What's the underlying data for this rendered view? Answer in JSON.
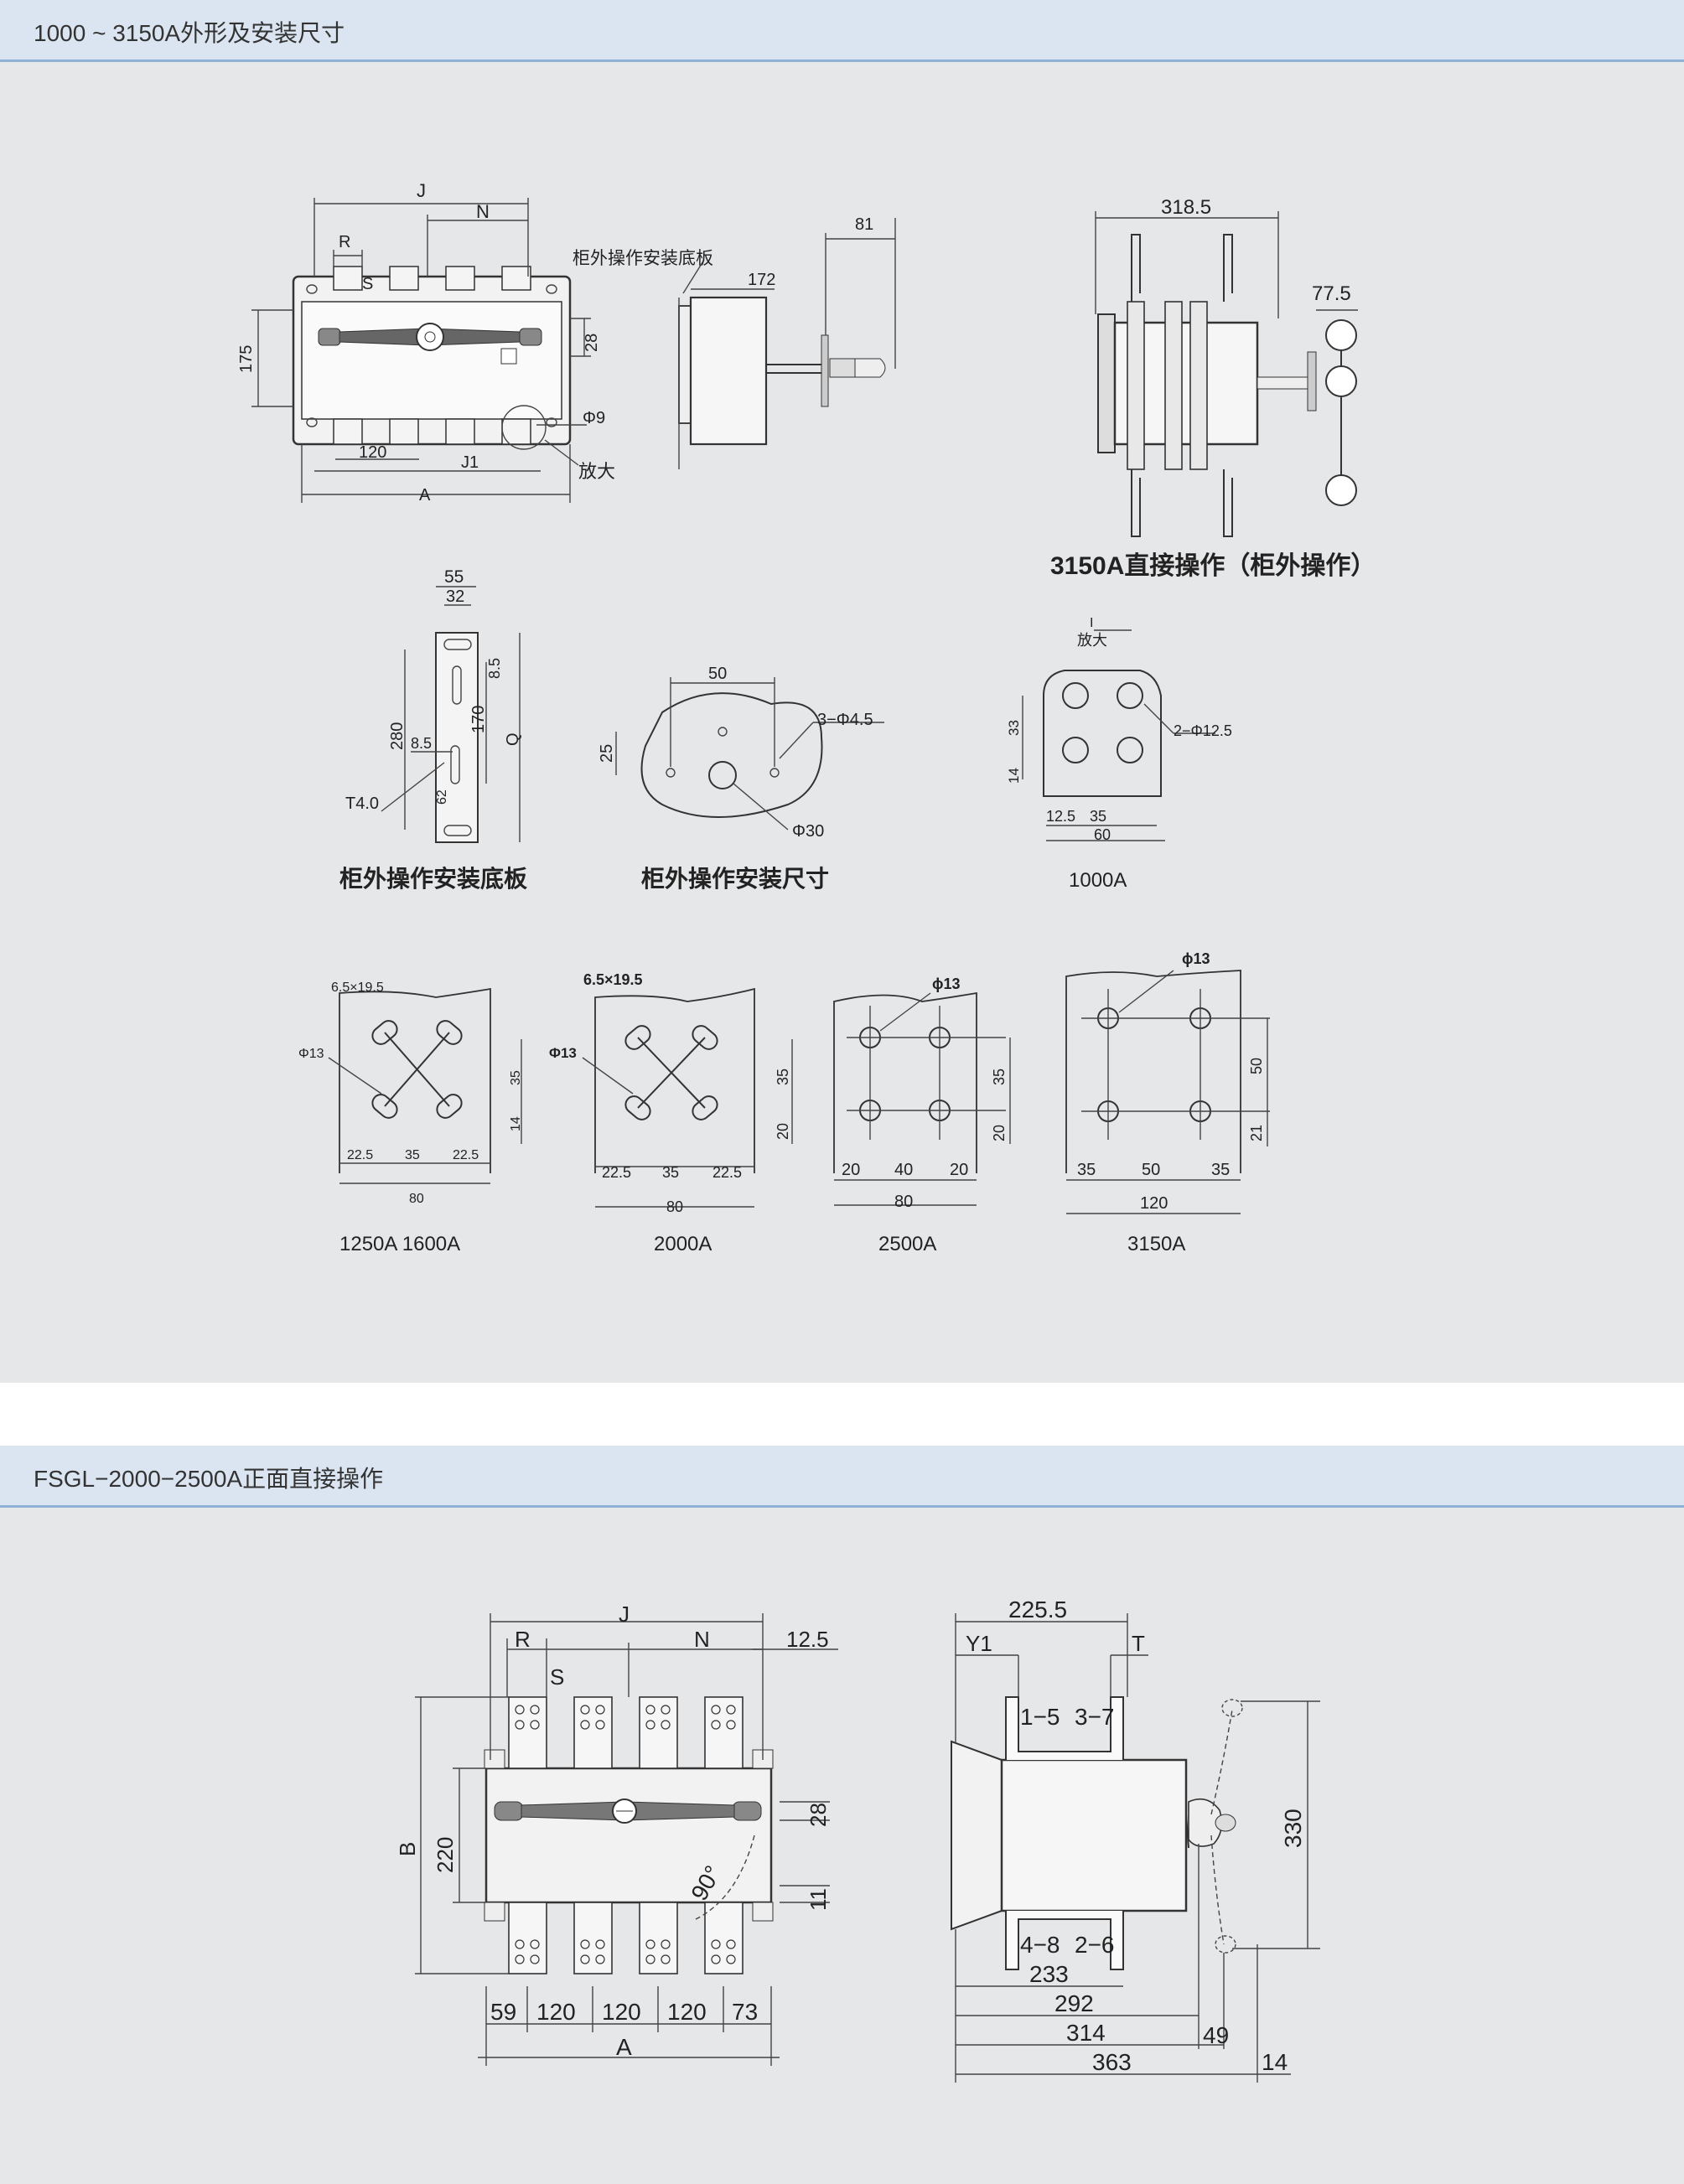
{
  "sections": [
    {
      "title": "1000 ~ 3150A外形及安装尺寸",
      "labels": {
        "J": "J",
        "N": "N",
        "R": "R",
        "S": "S",
        "d175": "175",
        "d28": "28",
        "phi9": "Φ9",
        "zoom": "放大",
        "d120": "120",
        "J1": "J1",
        "A": "A",
        "panel_plate": "柜外操作安装底板",
        "d172": "172",
        "d81": "81",
        "d318_5": "318.5",
        "d77_5": "77.5",
        "cap_3150_direct": "3150A直接操作（柜外操作）",
        "d55": "55",
        "d32": "32",
        "d8_5a": "8.5",
        "d280": "280",
        "d170": "170",
        "Q": "Q",
        "d8_5b": "8.5",
        "d62": "62",
        "T4": "T4.0",
        "cap_plate": "柜外操作安装底板",
        "d50": "50",
        "hole3": "3−Φ4.5",
        "d25": "25",
        "phi30": "Φ30",
        "cap_size": "柜外操作安装尺寸",
        "I": "I",
        "zoom2": "放大",
        "d33": "33",
        "d14": "14",
        "hole2": "2−Φ12.5",
        "d12_5": "12.5",
        "d35": "35",
        "d60": "60",
        "cap_1000": "1000A",
        "a_slot": "6.5×19.5",
        "a_phi": "Φ13",
        "a_35": "35",
        "a_14": "14",
        "a_22_5l": "22.5",
        "a_35b": "35",
        "a_22_5r": "22.5",
        "a_80": "80",
        "cap_1250": "1250A 1600A",
        "b_slot": "6.5×19.5",
        "b_phi": "Φ13",
        "b_35": "35",
        "b_20": "20",
        "b_22_5l": "22.5",
        "b_35b": "35",
        "b_22_5r": "22.5",
        "b_80": "80",
        "cap_2000": "2000A",
        "c_phi": "ϕ13",
        "c_35": "35",
        "c_20v": "20",
        "c_20l": "20",
        "c_40": "40",
        "c_20r": "20",
        "c_80": "80",
        "cap_2500": "2500A",
        "d_phi": "ϕ13",
        "d_50": "50",
        "d_21": "21",
        "d_35l": "35",
        "d_50b": "50",
        "d_35r": "35",
        "d_120": "120",
        "cap_3150": "3150A"
      }
    },
    {
      "title": "FSGL−2000−2500A正面直接操作",
      "labels": {
        "J": "J",
        "R": "R",
        "N": "N",
        "S": "S",
        "d12_5": "12.5",
        "B": "B",
        "d220": "220",
        "d28": "28",
        "d90": "90°",
        "d11": "11",
        "d59": "59",
        "d120a": "120",
        "d120b": "120",
        "d120c": "120",
        "d73": "73",
        "A": "A",
        "d225_5": "225.5",
        "Y1": "Y1",
        "T": "T",
        "t15": "1−5",
        "t37": "3−7",
        "t48": "4−8",
        "t26": "2−6",
        "d233": "233",
        "d292": "292",
        "d314": "314",
        "d363": "363",
        "d49": "49",
        "d14": "14",
        "d330": "330"
      }
    }
  ],
  "colors": {
    "header_bg": "#dbe5f1",
    "header_line": "#8fb1d6",
    "panel_bg": "#e6e7e9"
  }
}
